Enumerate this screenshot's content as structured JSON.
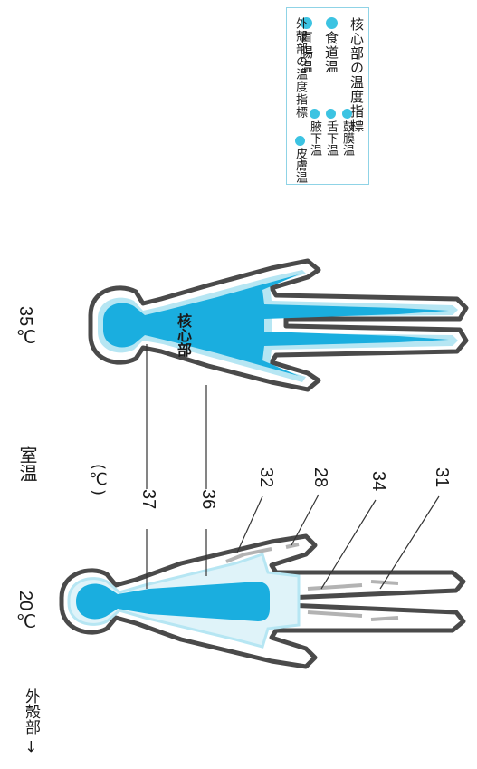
{
  "legend": {
    "core_heading": "核心部の温度指標",
    "core_items": [
      "食道温",
      "直腸温",
      "鼓膜温",
      "舌下温",
      "腋下温"
    ],
    "shell_heading": "外殻部の温度指標",
    "shell_items": [
      "皮膚温"
    ],
    "dot_color": "#3cc3e2"
  },
  "room_temp_label": "室温",
  "unit_label": "(℃)",
  "temp_warm": "35℃",
  "temp_cool": "20℃",
  "core_label": "核心部",
  "shell_label": "外殻部",
  "shell_arrow": "→",
  "isotherms": [
    "37",
    "36",
    "32",
    "28",
    "34",
    "31"
  ],
  "colors": {
    "core": "#1aaedf",
    "light": "#b6e6f3",
    "gray": "#b3b3b3",
    "outline": "#4a4a4a"
  }
}
